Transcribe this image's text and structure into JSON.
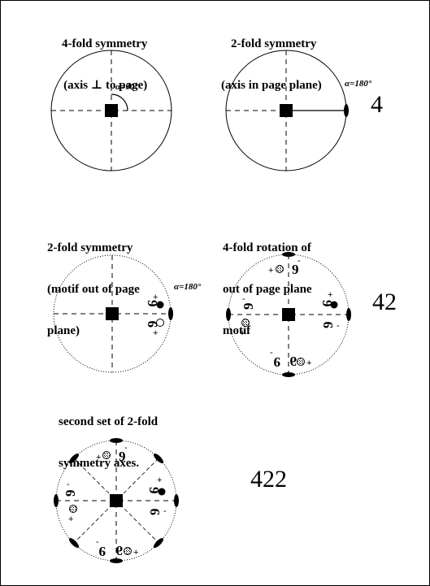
{
  "panels": {
    "p1": {
      "line1": "4-fold symmetry",
      "line2": "(axis ⊥ to page)",
      "angle": "α=90°"
    },
    "p2": {
      "line1": "2-fold symmetry",
      "line2": "(axis in page plane)",
      "angle": "α=180°"
    },
    "p3": {
      "line1": "2-fold symmetry",
      "line2": "(motif out of page",
      "line3": "plane)",
      "angle": "α=180°"
    },
    "p4": {
      "line1": "4-fold rotation of",
      "line2": "out of page plane",
      "line3": "motif"
    },
    "p5": {
      "line1": "second set of 2-fold",
      "line2": "symmetry axes."
    }
  },
  "labels": {
    "row1": "4",
    "row2": "42",
    "row3": "422"
  },
  "motif": {
    "glyph": "9",
    "plus": "+",
    "minus": "-"
  }
}
